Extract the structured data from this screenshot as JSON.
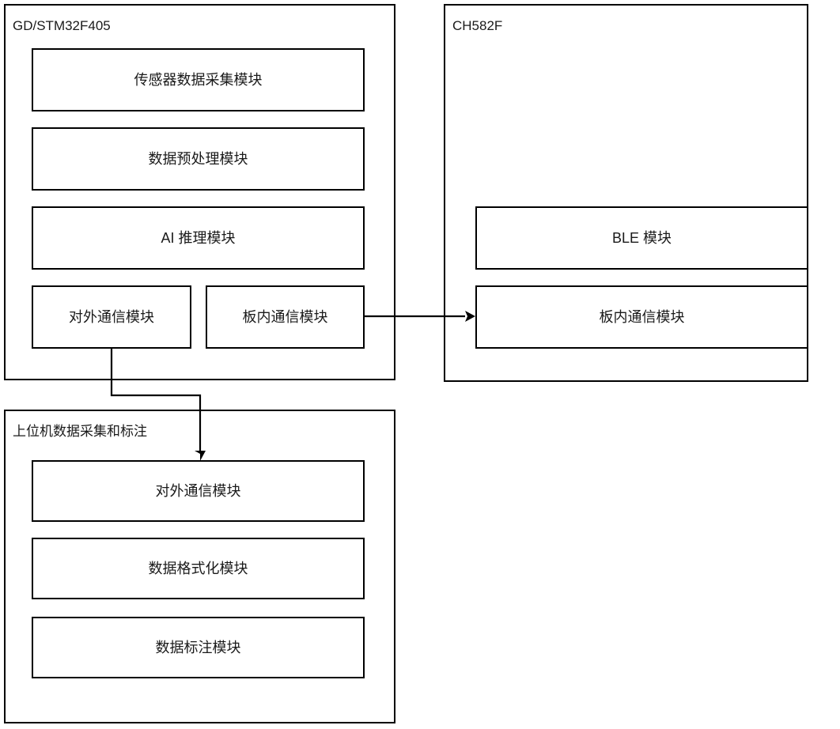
{
  "diagram": {
    "title": "",
    "background_color": "#ffffff",
    "line_color": "#000000",
    "text_color": "#1a1a1a"
  },
  "groups": [
    {
      "id": "mcu-main",
      "title": "GD/STM32F405",
      "modules": [
        {
          "id": "sensor-acquisition",
          "label": "传感器数据采集模块"
        },
        {
          "id": "data-preprocess",
          "label": "数据预处理模块"
        },
        {
          "id": "ai-inference",
          "label": "AI 推理模块"
        },
        {
          "id": "external-comm",
          "label": "对外通信模块"
        },
        {
          "id": "onboard-comm",
          "label": "板内通信模块"
        }
      ]
    },
    {
      "id": "ble-chip",
      "title": "CH582F",
      "modules": [
        {
          "id": "ble-module",
          "label": "BLE 模块"
        },
        {
          "id": "onboard-comm-ble",
          "label": "板内通信模块"
        }
      ]
    },
    {
      "id": "host-pc",
      "title": "上位机数据采集和标注",
      "modules": [
        {
          "id": "host-external-comm",
          "label": "对外通信模块"
        },
        {
          "id": "host-data-format",
          "label": "数据格式化模块"
        },
        {
          "id": "host-data-label",
          "label": "数据标注模块"
        }
      ]
    }
  ],
  "connections": [
    {
      "id": "onboard-to-ble",
      "from": "onboard-comm",
      "to": "onboard-comm-ble",
      "style": "straight-arrow",
      "direction": "right"
    },
    {
      "id": "external-to-host",
      "from": "external-comm",
      "to": "host-external-comm",
      "style": "elbow-arrow",
      "direction": "down"
    }
  ]
}
